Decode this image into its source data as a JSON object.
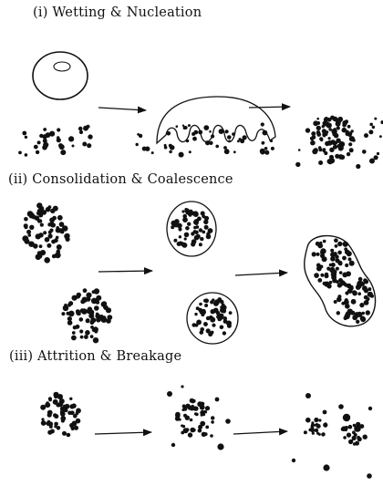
{
  "sections": [
    {
      "title": "(i) Wetting & Nucleation",
      "stages": [
        "powder-bed-with-droplet",
        "droplet-wetting-bed",
        "nucleus-formed"
      ]
    },
    {
      "title": "(ii) Consolidation & Coalescence",
      "stages": [
        "two-granules",
        "consolidated-granules",
        "coalesced-granule"
      ]
    },
    {
      "title": "(iii) Attrition & Breakage",
      "stages": [
        "single-granule",
        "granule-attrition",
        "broken-fragments"
      ]
    }
  ],
  "colors": {
    "ink": "#111111",
    "background": "#ffffff"
  }
}
